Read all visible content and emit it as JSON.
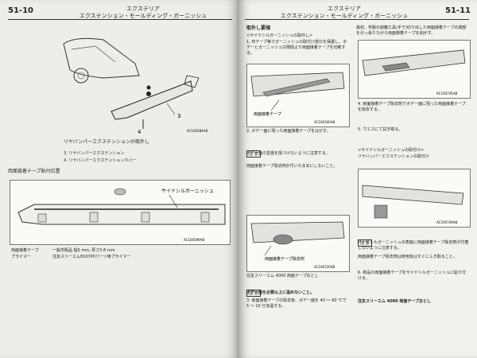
{
  "left_page": {
    "page_number": "51-10",
    "header_title": "エクステリア",
    "header_subtitle": "エクステンション・モールディング・ガーニッシュ",
    "fig1": {
      "labels": [
        "3",
        "4"
      ],
      "code": "AC100584AB"
    },
    "removal_title": "リヤバンパーエクステンションの取外し",
    "removal_steps": [
      "3. リヤバンパーエクステンション",
      "4. リヤバンパーエクステンションカバー"
    ],
    "tape_heading": "両面接着テープ貼付位置",
    "fig2": {
      "label": "サイドシルガーニッシュ",
      "code": "AC100599AB"
    },
    "spec_labels": [
      "両面接着テープ",
      "プライマー"
    ],
    "spec_values": [
      "一般市販品 幅5 mm, 厚さ0.8 mm",
      "住友スリーエム8167PPパーツ用プライマー"
    ]
  },
  "right_page": {
    "page_number": "51-11",
    "header_title": "エクステリア",
    "header_subtitle": "エクステンション・モールディング・ガーニッシュ",
    "col1": {
      "title": "取外し要領",
      "subtitle": "<サイドシルガーニッシュの取外し>",
      "intro": "1. 布テープ等でガーニッシュの取付け部分を保護し、ボデーとガーニッシュの隙間より両面接着テープを切断する。",
      "fig_a_label": "両面接着テープ",
      "fig_a_code": "AC100340AB",
      "step2": "2. ボデー面に残った両面接着テープをはがす。",
      "warn_label": "注 意",
      "warnings": [
        "ボデー面の塗装を傷つけないように注意する。",
        "両面接着テープ除去剤が付いたままにしないこと。"
      ],
      "fig_b_label": "両面接着テープ除去剤",
      "fig_b_code": "AC100720AB",
      "warn2_label": "注 意",
      "warn2_text": "ボデー面を必要以上に温めないこと。",
      "step3": "3. 両面接着テープの除去後、ボデー面を 40 〜 60 ℃で 5 〜 10 分加温する。",
      "remover": "住友スリーエム 4000 両面テープおとし"
    },
    "col2": {
      "intro": "最初、布製の剥離工具(手で)切り出した両面接着テープの端部を引っ張りながら両面接着テープを剥がす。",
      "fig_c_code": "AC100745AB",
      "steps": [
        "4. 両面接着テープ除去剤でボデー面に残った両面接着テープを除去する。",
        "5. ウエスにて拭き取る。"
      ],
      "install_title": "<サイドシルガーニッシュの取付け>",
      "install_subtitle": "リヤバンパーエクステンションの取付け",
      "fig_d_code": "AC100749AB",
      "warn_label": "注 意",
      "warnings": [
        "サイドシルガーニッシュの表面に両面接着テープ除去剤が付着しないように注意する。",
        "両面接着テープ除去剤は使用後はすぐにふき取ること。"
      ],
      "step6": "6. 新品の両面接着テープをサイドシルガーニッシュに貼り付ける。",
      "remover": "住友スリーエム 4000 両面テープおとし"
    }
  }
}
